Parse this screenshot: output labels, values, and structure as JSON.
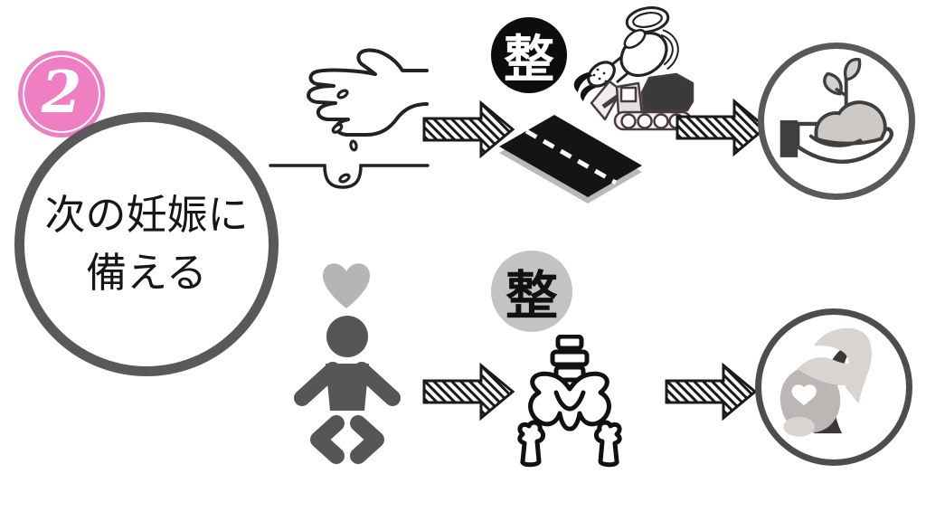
{
  "badge": {
    "number": "2"
  },
  "main_circle": {
    "line1": "次の妊娠に",
    "line2": "備える"
  },
  "top_flow": {
    "badge": "整",
    "icons": {
      "start": "hand-sowing-seeds",
      "middle": [
        "watering-can",
        "dump-truck",
        "new-road"
      ],
      "end": "hand-holding-sprout"
    }
  },
  "bottom_flow": {
    "badge": "整",
    "icons": {
      "start": "baby-with-heart",
      "middle": "pelvis-bones",
      "end": "pregnant-woman"
    }
  },
  "colors": {
    "badge_pink": "#ef7fc3",
    "circle_border": "#595959",
    "top_badge_bg": "#0d0d0d",
    "top_badge_text": "#ffffff",
    "bottom_badge_bg": "#c3c3c3",
    "bottom_badge_text": "#111111",
    "baby_gray": "#565656",
    "heart_gray": "#b5b5b5",
    "road_black": "#141414",
    "road_edge_gray": "#b9b9b9"
  }
}
